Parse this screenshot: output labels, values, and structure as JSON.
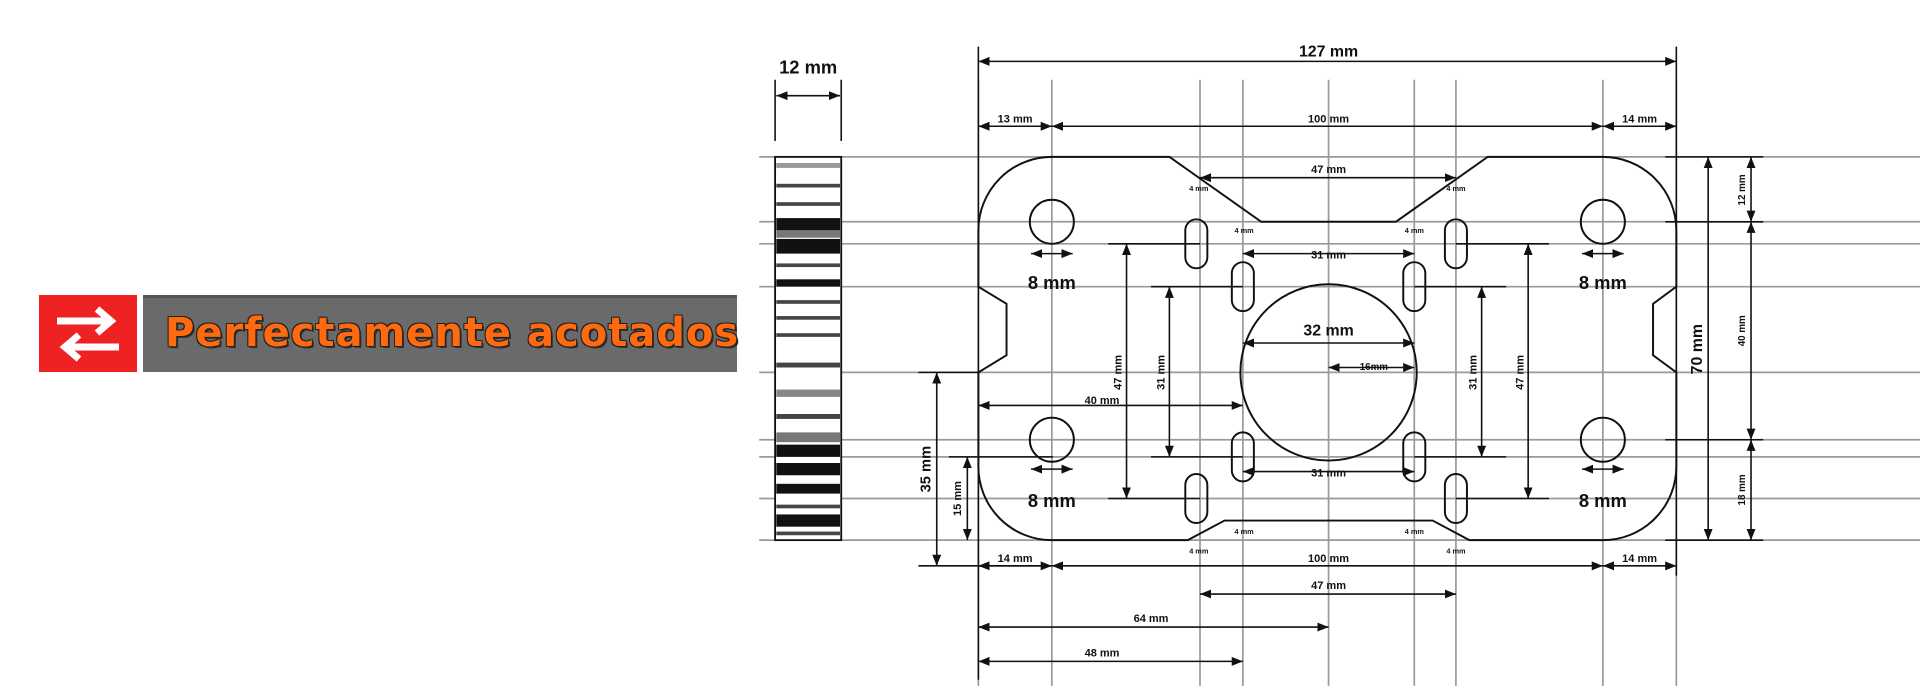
{
  "banner": {
    "title": "Perfectamente acotados",
    "icon": "swap-arrows-icon",
    "accent_color": "#ee2222",
    "text_color": "#ff6a10",
    "bar_color": "#6a6a6a"
  },
  "side_view": {
    "thickness": "12 mm"
  },
  "dimensions": {
    "overall_width": "127 mm",
    "left_hole_offset_top": "13 mm",
    "hole_spacing_top": "100 mm",
    "right_hole_offset_top": "14 mm",
    "top_cutout_width": "47 mm",
    "hole_dia_tl": "8 mm",
    "hole_dia_tr": "8 mm",
    "hole_dia_bl": "8 mm",
    "hole_dia_br": "8 mm",
    "slot_spacing_top": "31 mm",
    "center_dia": "32 mm",
    "center_radius": "16mm",
    "left_to_slot": "40 mm",
    "slot_vert_outer_left": "47 mm",
    "slot_vert_inner_left": "31 mm",
    "slot_vert_inner_right": "31 mm",
    "slot_vert_outer_right": "47 mm",
    "slot_spacing_bottom": "31 mm",
    "bottom_offset": "35 mm",
    "bottom_hole_offset": "15 mm",
    "overall_height": "70 mm",
    "right_top": "12 mm",
    "right_middle": "40 mm",
    "right_bottom": "18 mm",
    "left_hole_offset_bottom": "14 mm",
    "hole_spacing_bottom": "100 mm",
    "right_hole_offset_bottom": "14 mm",
    "bottom_slot_width": "47 mm",
    "to_center": "64 mm",
    "to_slot": "48 mm",
    "slot_width": "4 mm"
  }
}
